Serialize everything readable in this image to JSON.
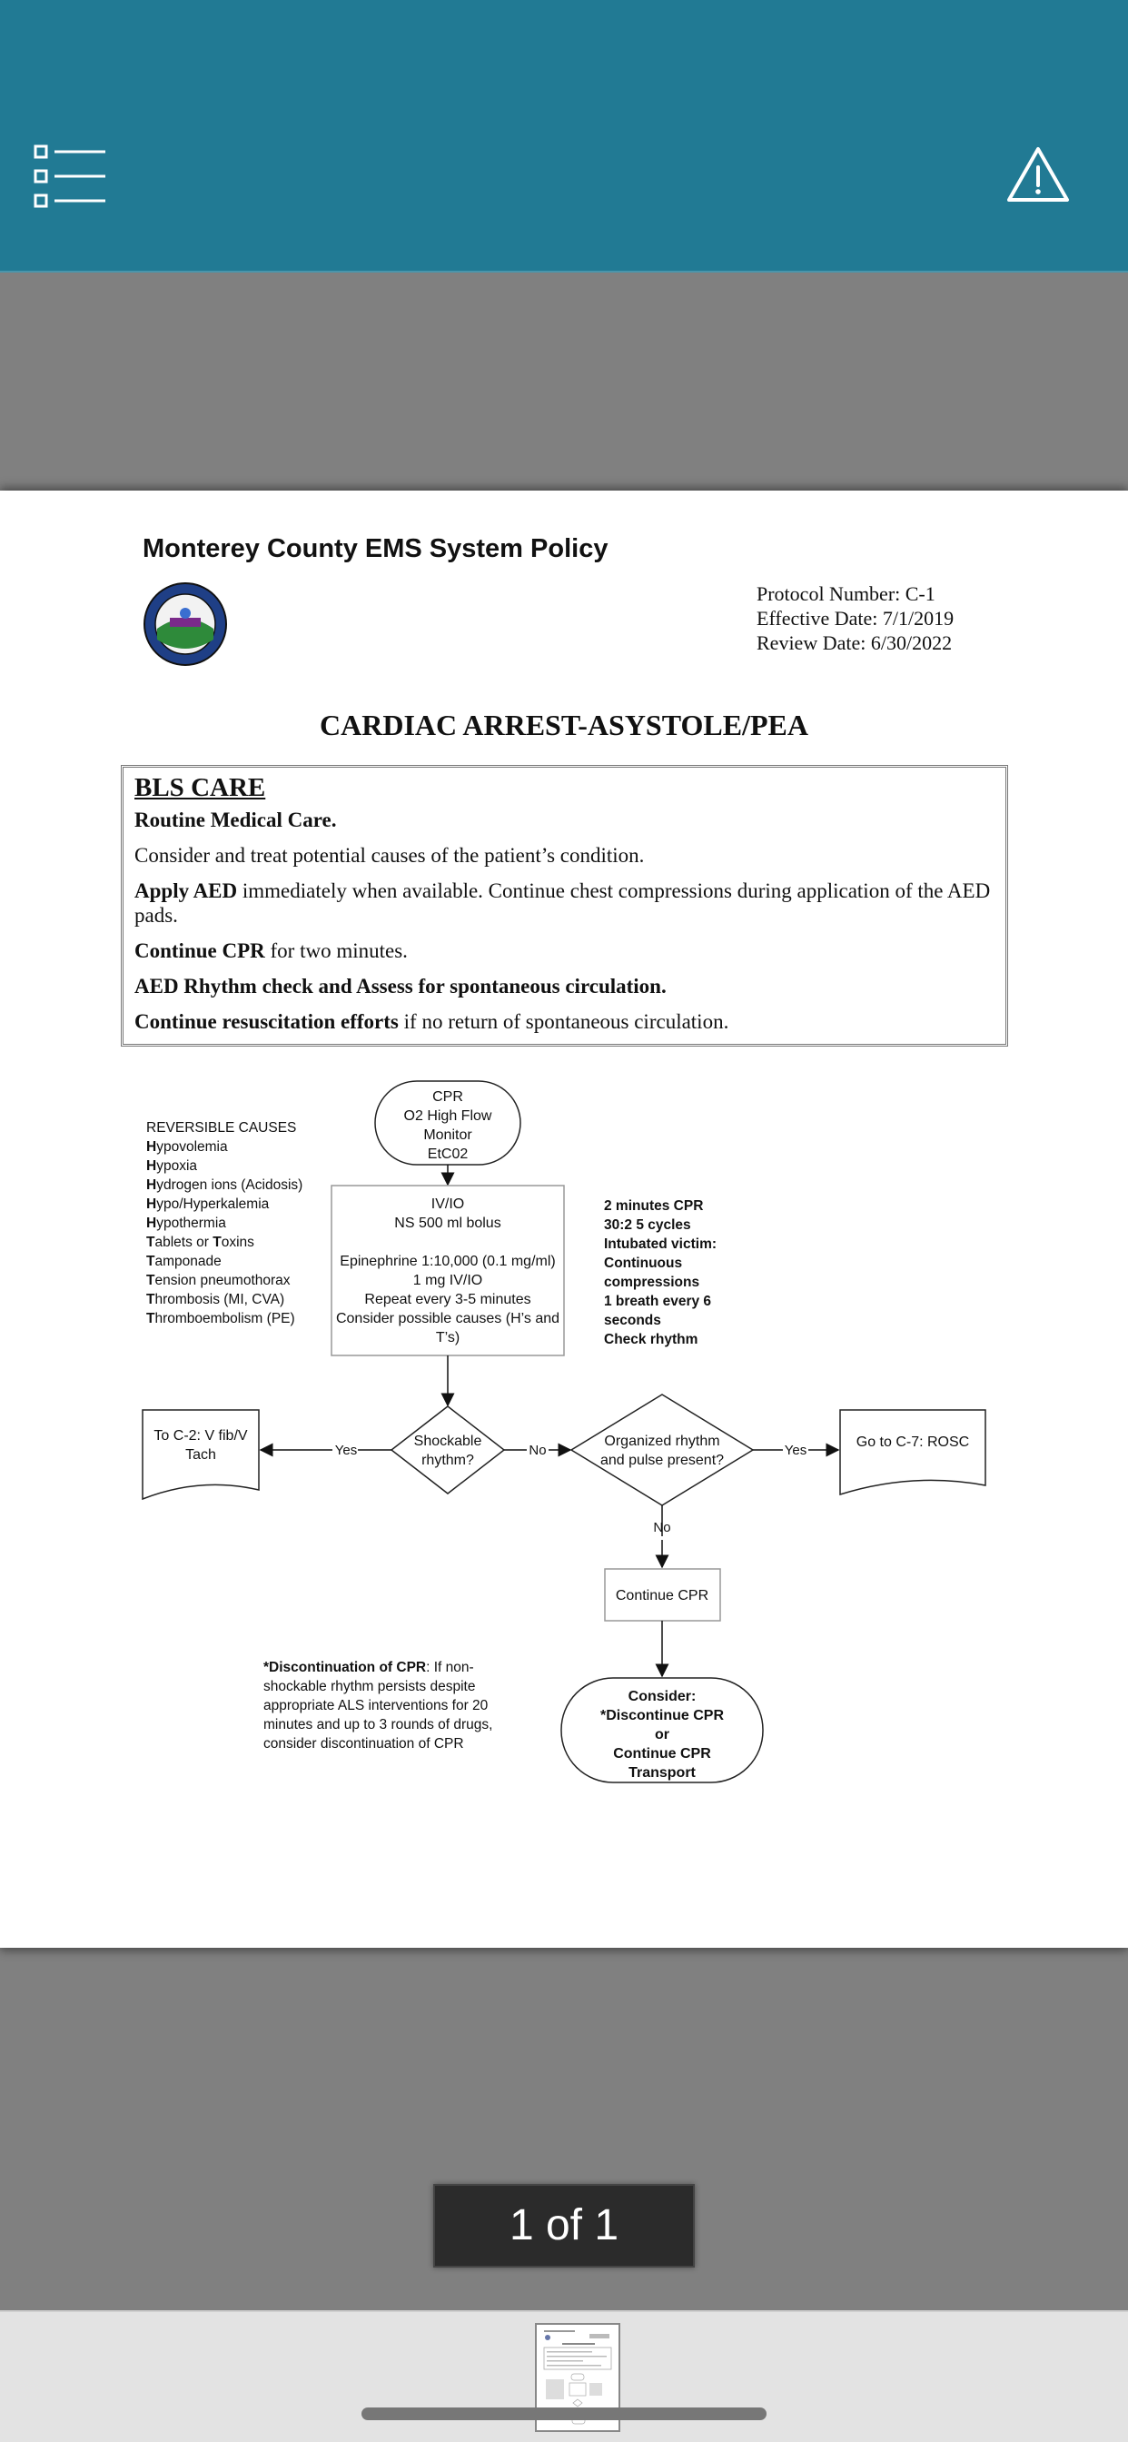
{
  "toolbar": {
    "menu_icon": "list-icon",
    "warning_icon": "warning-icon",
    "colors": {
      "bar": "#217a94",
      "icon": "#ffffff"
    }
  },
  "document": {
    "org_title": "Monterey County EMS System Policy",
    "meta": {
      "protocol": "Protocol Number: C-1",
      "effective": "Effective Date: 7/1/2019",
      "review": "Review Date:  6/30/2022"
    },
    "title": "CARDIAC ARREST-ASYSTOLE/PEA",
    "bls": {
      "heading": "BLS CARE",
      "l1_bold": "Routine Medical Care.",
      "l2": "Consider and treat potential causes of the patient’s condition.",
      "l3_bold": "Apply AED",
      "l3_rest": " immediately when available.  Continue chest compressions during application of the AED pads.",
      "l4_bold": "Continue CPR",
      "l4_rest": " for two minutes.",
      "l5_bold": "AED Rhythm check and Assess for spontaneous circulation.",
      "l6_bold": "Continue resuscitation efforts",
      "l6_rest": " if no return of spontaneous circulation."
    },
    "flow": {
      "cpr_box": [
        "CPR",
        "O2 High Flow",
        "Monitor",
        "EtC02"
      ],
      "reversible_title": "REVERSIBLE CAUSES",
      "causes": [
        {
          "first": "H",
          "rest": "ypovolemia"
        },
        {
          "first": "H",
          "rest": "ypoxia"
        },
        {
          "first": "H",
          "rest": "ydrogen ions (Acidosis)"
        },
        {
          "first": "H",
          "rest": "ypo/Hyperkalemia"
        },
        {
          "first": "H",
          "rest": "ypothermia"
        },
        {
          "first": "T",
          "rest": "ablets or ",
          "second": "T",
          "rest2": "oxins"
        },
        {
          "first": "T",
          "rest": "amponade"
        },
        {
          "first": "T",
          "rest": "ension pneumothorax"
        },
        {
          "first": "T",
          "rest": "hrombosis (MI, CVA)"
        },
        {
          "first": "T",
          "rest": "hromboembolism (PE)"
        }
      ],
      "ivio_box": [
        "IV/IO",
        "NS 500 ml bolus",
        "",
        "Epinephrine 1:10,000 (0.1 mg/ml)",
        "1 mg IV/IO",
        "Repeat every 3-5 minutes",
        "Consider possible causes (H’s and",
        "T’s)"
      ],
      "cpr_notes": [
        "2 minutes CPR",
        "30:2   5 cycles",
        "Intubated victim:",
        "Continuous",
        "compressions",
        "1 breath every 6",
        "seconds",
        "Check rhythm"
      ],
      "to_c2": [
        "To C-2:  V fib/V",
        "Tach"
      ],
      "shockable": [
        "Shockable",
        "rhythm?"
      ],
      "organized": [
        "Organized rhythm",
        "and pulse present?"
      ],
      "go_c7": "Go to C-7: ROSC",
      "yes": "Yes",
      "no": "No",
      "continue_cpr": "Continue CPR",
      "consider": [
        "Consider:",
        "*Discontinue CPR",
        "or",
        "Continue CPR",
        "Transport"
      ],
      "disc_bold": "*Discontinuation of CPR",
      "disc_lines": [
        ":  If non-",
        "shockable rhythm persists despite",
        "appropriate ALS interventions for 20",
        "minutes and up to 3 rounds of drugs,",
        "consider discontinuation of CPR"
      ]
    }
  },
  "pager": {
    "label": "1 of 1"
  }
}
